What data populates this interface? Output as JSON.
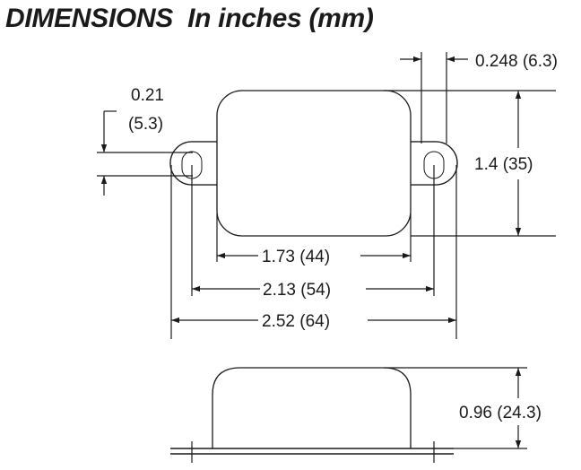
{
  "header": {
    "title": "DIMENSIONS  In inches (mm)"
  },
  "top_view": {
    "dims": {
      "tab_width": "0.248 (6.3)",
      "hole_offset_in": "0.21",
      "hole_offset_mm": "(5.3)",
      "height": "1.4 (35)",
      "body_width": "1.73 (44)",
      "hole_spacing": "2.13 (54)",
      "overall_width": "2.52 (64)"
    }
  },
  "side_view": {
    "dims": {
      "height": "0.96 (24.3)"
    }
  }
}
